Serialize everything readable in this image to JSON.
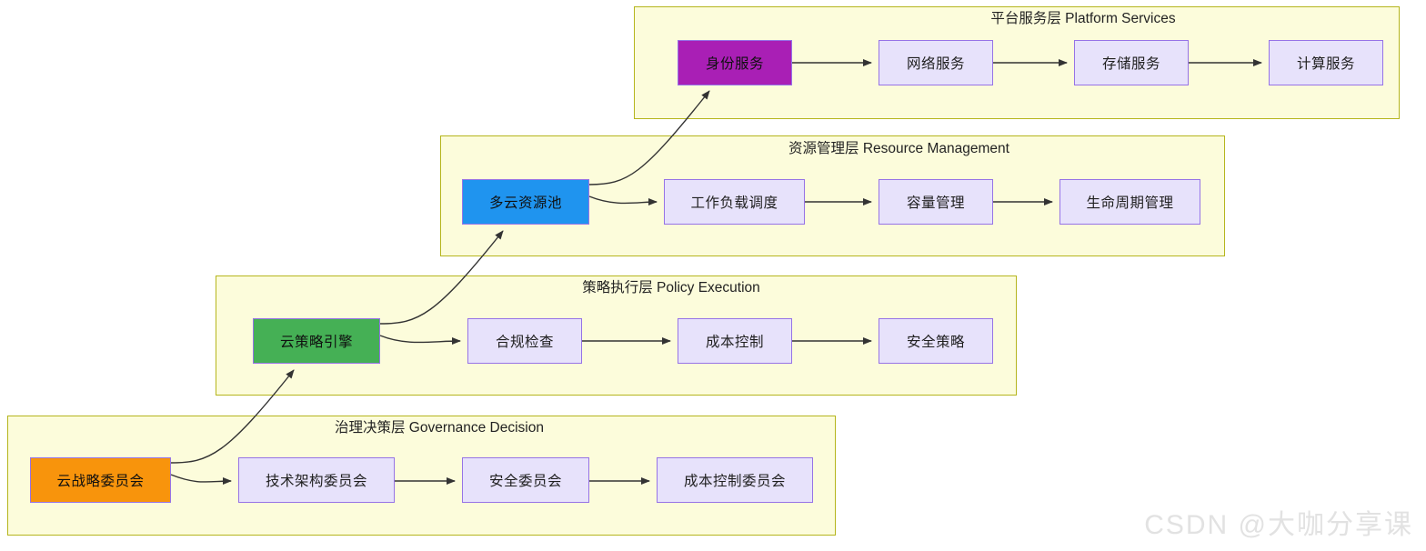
{
  "diagram": {
    "title_watermark": "CSDN @大咖分享课",
    "layers": [
      {
        "id": "platform-services",
        "title": "平台服务层 Platform Services",
        "accent_color": "#a91fb5",
        "nodes": [
          {
            "label": "身份服务",
            "style": "accent-purple"
          },
          {
            "label": "网络服务",
            "style": "plain"
          },
          {
            "label": "存储服务",
            "style": "plain"
          },
          {
            "label": "计算服务",
            "style": "plain"
          }
        ]
      },
      {
        "id": "resource-management",
        "title": "资源管理层 Resource Management",
        "accent_color": "#1f94ef",
        "nodes": [
          {
            "label": "多云资源池",
            "style": "accent-blue"
          },
          {
            "label": "工作负载调度",
            "style": "plain"
          },
          {
            "label": "容量管理",
            "style": "plain"
          },
          {
            "label": "生命周期管理",
            "style": "plain"
          }
        ]
      },
      {
        "id": "policy-execution",
        "title": "策略执行层 Policy Execution",
        "accent_color": "#45b055",
        "nodes": [
          {
            "label": "云策略引擎",
            "style": "accent-green"
          },
          {
            "label": "合规检查",
            "style": "plain"
          },
          {
            "label": "成本控制",
            "style": "plain"
          },
          {
            "label": "安全策略",
            "style": "plain"
          }
        ]
      },
      {
        "id": "governance-decision",
        "title": "治理决策层 Governance Decision",
        "accent_color": "#f8940c",
        "nodes": [
          {
            "label": "云战略委员会",
            "style": "accent-orange"
          },
          {
            "label": "技术架构委员会",
            "style": "plain"
          },
          {
            "label": "安全委员会",
            "style": "plain"
          },
          {
            "label": "成本控制委员会",
            "style": "plain"
          }
        ]
      }
    ],
    "colors": {
      "layer_fill": "#fcfcdb",
      "layer_border": "#b5b51d",
      "node_fill": "#e7e2fb",
      "node_border": "#9673e6",
      "edge": "#333333",
      "watermark": "#e2e2e2"
    }
  }
}
